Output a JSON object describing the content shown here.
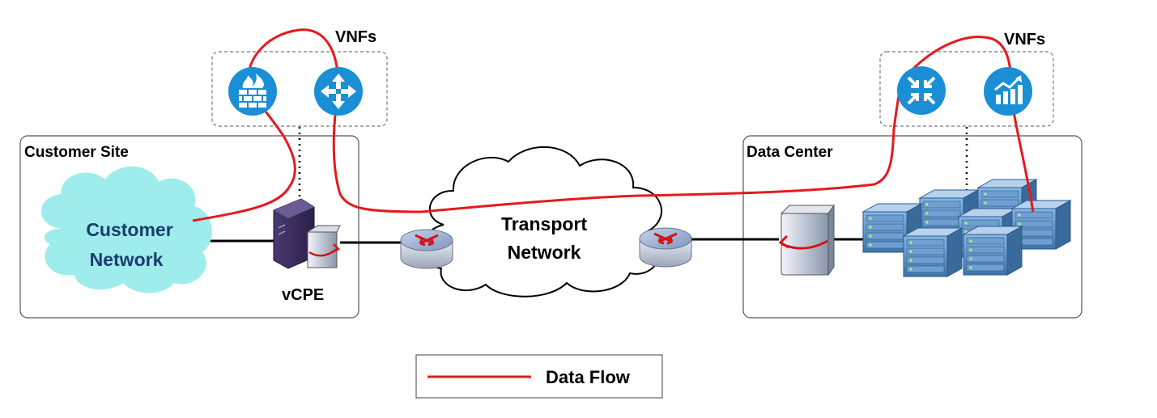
{
  "vnf_groups": [
    {
      "label": "VNFs",
      "functions": [
        "firewall-icon",
        "router-icon"
      ]
    },
    {
      "label": "VNFs",
      "functions": [
        "switch-icon",
        "analytics-icon"
      ]
    }
  ],
  "sites": [
    {
      "label": "Customer Site"
    },
    {
      "label": "Data Center"
    }
  ],
  "customer_network": {
    "line1": "Customer",
    "line2": "Network"
  },
  "vcpe": {
    "label": "vCPE"
  },
  "transport_network": {
    "line1": "Transport",
    "line2": "Network"
  },
  "legend": {
    "label": "Data Flow"
  },
  "colors": {
    "data_flow": "#e41a1c",
    "vnf_circle": "#1a8fd6",
    "customer_cloud": "#9eecec",
    "server_blue": "#5a93c8"
  }
}
